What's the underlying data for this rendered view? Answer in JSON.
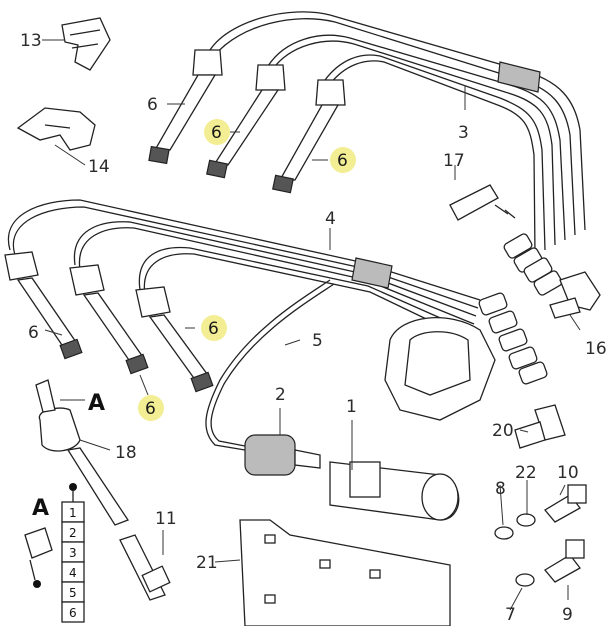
{
  "callouts": {
    "c1": "1",
    "c2": "2",
    "c3": "3",
    "c4": "4",
    "c5": "5",
    "c6a": "6",
    "c6b": "6",
    "c6c": "6",
    "c6d": "6",
    "c6e": "6",
    "c6f": "6",
    "c8": "8",
    "c9": "9",
    "c10": "10",
    "c11": "11",
    "c13": "13",
    "c14": "14",
    "c16": "16",
    "c17": "17",
    "c18": "18",
    "c20": "20",
    "c21": "21",
    "c22": "22",
    "c7": "7"
  },
  "detail_label_1": "A",
  "detail_label_2": "A",
  "firing_order": [
    "1",
    "2",
    "3",
    "4",
    "5",
    "6"
  ],
  "highlight_color": "#f3ee93"
}
